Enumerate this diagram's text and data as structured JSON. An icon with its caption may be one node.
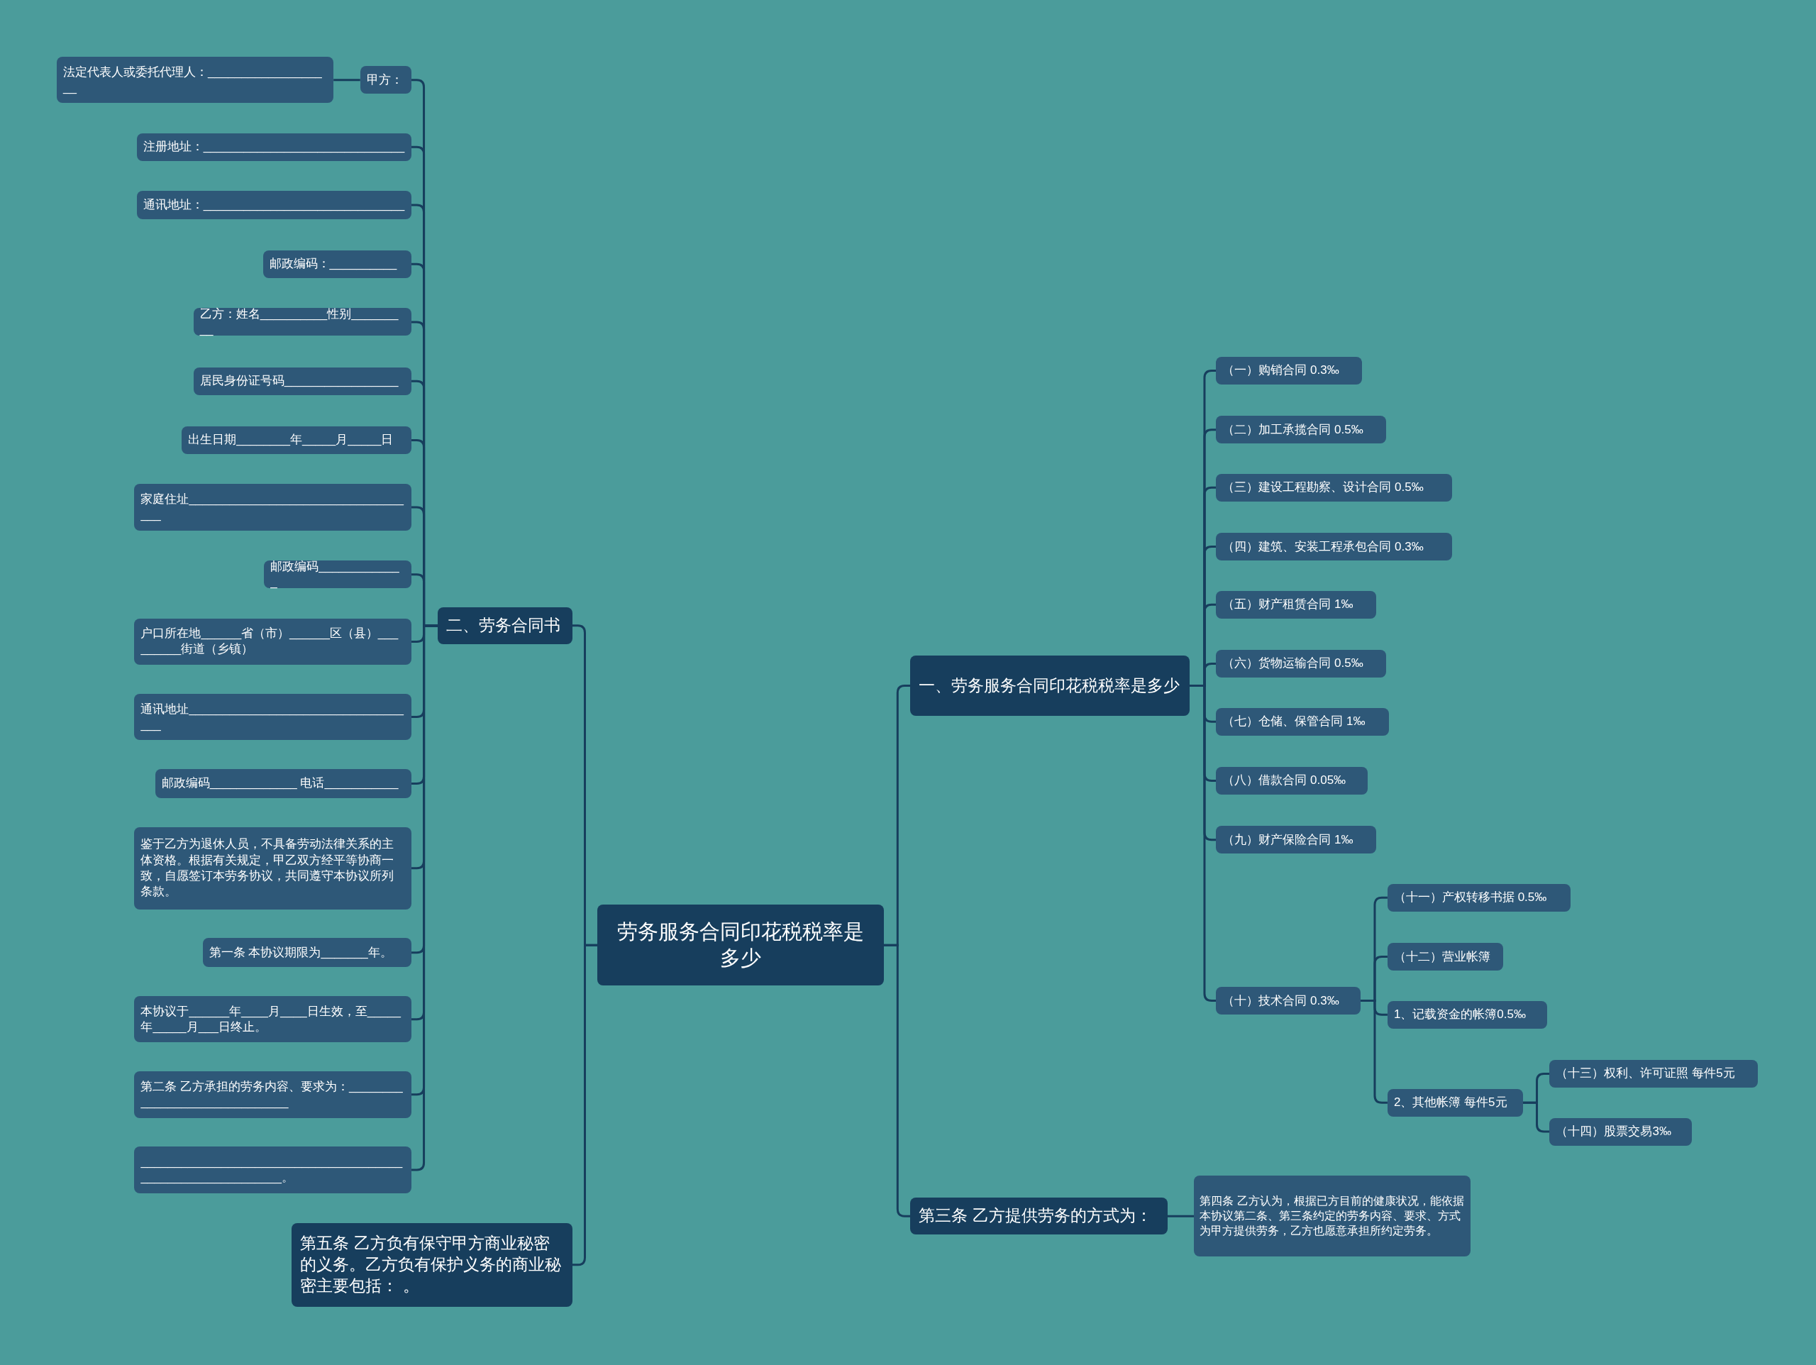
{
  "diagram": {
    "nodes": [
      {
        "text": [
          "劳务服务合同印花税税率是多少"
        ]
      },
      {
        "text": [
          "一、劳务服务合同印花税税率是多少"
        ]
      },
      {
        "text": [
          "（一）购销合同 0.3‰"
        ]
      },
      {
        "text": [
          "（二）加工承揽合同 0.5‰"
        ]
      },
      {
        "text": [
          "（三）建设工程勘察、设计合同 0.5‰"
        ]
      },
      {
        "text": [
          "（四）建筑、安装工程承包合同 0.3‰"
        ]
      },
      {
        "text": [
          "（五）财产租赁合同 1‰"
        ]
      },
      {
        "text": [
          "（六）货物运输合同 0.5‰"
        ]
      },
      {
        "text": [
          "（七）仓储、保管合同 1‰"
        ]
      },
      {
        "text": [
          "（八）借款合同 0.05‰"
        ]
      },
      {
        "text": [
          "（九）财产保险合同 1‰"
        ]
      },
      {
        "text": [
          "（十）技术合同 0.3‰"
        ]
      },
      {
        "text": [
          "（十一）产权转移书据 0.5‰"
        ]
      },
      {
        "text": [
          "（十二）营业帐簿"
        ]
      },
      {
        "text": [
          "1、记载资金的帐簿0.5‰"
        ]
      },
      {
        "text": [
          "2、其他帐簿 每件5元"
        ]
      },
      {
        "text": [
          "（十三）权利、许可证照 每件5元"
        ]
      },
      {
        "text": [
          "（十四）股票交易3‰"
        ]
      },
      {
        "text": [
          "第三条 乙方提供劳务的方式为："
        ]
      },
      {
        "text": [
          "第四条 乙方认为，根据已方目前的健康状况，能依据本协议第二条、第三条约定的劳务内容、要求、方式为甲方提供劳务，乙方也愿意承担所约定劳务。"
        ]
      },
      {
        "text": [
          "二、劳务合同书"
        ]
      },
      {
        "text": [
          "甲方："
        ]
      },
      {
        "text": [
          "法定代表人或委托代理人：___________________"
        ]
      },
      {
        "text": [
          "注册地址：______________________________"
        ]
      },
      {
        "text": [
          "通讯地址：______________________________"
        ]
      },
      {
        "text": [
          "邮政编码：__________"
        ]
      },
      {
        "text": [
          "乙方：姓名__________性别_________"
        ]
      },
      {
        "text": [
          "居民身份证号码_________________"
        ]
      },
      {
        "text": [
          "出生日期________年_____月_____日"
        ]
      },
      {
        "text": [
          "家庭住址___________________________________"
        ]
      },
      {
        "text": [
          "邮政编码_____________"
        ]
      },
      {
        "text": [
          "户口所在地______省（市）______区（县）_________街道（乡镇）"
        ]
      },
      {
        "text": [
          "通讯地址___________________________________"
        ]
      },
      {
        "text": [
          "邮政编码_____________ 电话___________"
        ]
      },
      {
        "text": [
          "鉴于乙方为退休人员，不具备劳动法律关系的主体资格。根据有关规定，甲乙双方经平等协商一致，自愿签订本劳务协议，共同遵守本协议所列条款。"
        ]
      },
      {
        "text": [
          "第一条 本协议期限为_______年。"
        ]
      },
      {
        "text": [
          "本协议于______年____月____日生效，至_____年_____月___日终止。"
        ]
      },
      {
        "text": [
          "第二条 乙方承担的劳务内容、要求为：______________________________"
        ]
      },
      {
        "text": [
          "____________________________________________________________。"
        ]
      },
      {
        "text": [
          "第五条 乙方负有保守甲方商业秘密的义务。乙方负有保护义务的商业秘密主要包括：  。"
        ]
      }
    ],
    "edges": [
      {
        "from": 0,
        "to": 1,
        "arrow": "none"
      },
      {
        "from": 0,
        "to": 18,
        "arrow": "none"
      },
      {
        "from": 0,
        "to": 20,
        "arrow": "none"
      },
      {
        "from": 0,
        "to": 39,
        "arrow": "none"
      },
      {
        "from": 1,
        "to": 2,
        "arrow": "none"
      },
      {
        "from": 1,
        "to": 3,
        "arrow": "none"
      },
      {
        "from": 1,
        "to": 4,
        "arrow": "none"
      },
      {
        "from": 1,
        "to": 5,
        "arrow": "none"
      },
      {
        "from": 1,
        "to": 6,
        "arrow": "none"
      },
      {
        "from": 1,
        "to": 7,
        "arrow": "none"
      },
      {
        "from": 1,
        "to": 8,
        "arrow": "none"
      },
      {
        "from": 1,
        "to": 9,
        "arrow": "none"
      },
      {
        "from": 1,
        "to": 10,
        "arrow": "none"
      },
      {
        "from": 1,
        "to": 11,
        "arrow": "none"
      },
      {
        "from": 11,
        "to": 12,
        "arrow": "none"
      },
      {
        "from": 11,
        "to": 13,
        "arrow": "none"
      },
      {
        "from": 11,
        "to": 14,
        "arrow": "none"
      },
      {
        "from": 11,
        "to": 15,
        "arrow": "none"
      },
      {
        "from": 15,
        "to": 16,
        "arrow": "none"
      },
      {
        "from": 15,
        "to": 17,
        "arrow": "none"
      },
      {
        "from": 18,
        "to": 19,
        "arrow": "none"
      },
      {
        "from": 20,
        "to": 21,
        "arrow": "none"
      },
      {
        "from": 21,
        "to": 22,
        "arrow": "none"
      },
      {
        "from": 20,
        "to": 23,
        "arrow": "none"
      },
      {
        "from": 20,
        "to": 24,
        "arrow": "none"
      },
      {
        "from": 20,
        "to": 25,
        "arrow": "none"
      },
      {
        "from": 20,
        "to": 26,
        "arrow": "none"
      },
      {
        "from": 20,
        "to": 27,
        "arrow": "none"
      },
      {
        "from": 20,
        "to": 28,
        "arrow": "none"
      },
      {
        "from": 20,
        "to": 29,
        "arrow": "none"
      },
      {
        "from": 20,
        "to": 30,
        "arrow": "none"
      },
      {
        "from": 20,
        "to": 31,
        "arrow": "none"
      },
      {
        "from": 20,
        "to": 32,
        "arrow": "none"
      },
      {
        "from": 20,
        "to": 33,
        "arrow": "none"
      },
      {
        "from": 20,
        "to": 34,
        "arrow": "none"
      },
      {
        "from": 20,
        "to": 35,
        "arrow": "none"
      },
      {
        "from": 20,
        "to": 36,
        "arrow": "none"
      },
      {
        "from": 20,
        "to": 37,
        "arrow": "none"
      },
      {
        "from": 20,
        "to": 38,
        "arrow": "none"
      }
    ]
  }
}
